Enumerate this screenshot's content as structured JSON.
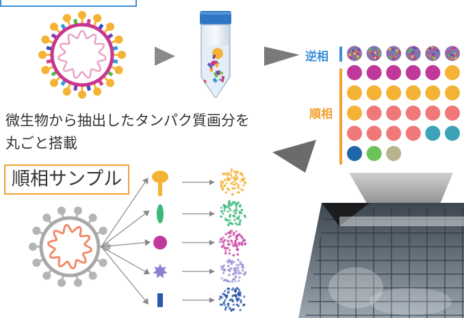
{
  "caption": "微生物から抽出したタンパク質画分を\n丸ごと搭載",
  "sample_label": "順相サンプル",
  "plate": {
    "reverse_label": "逆相",
    "normal_label": "順相",
    "colors": {
      "magenta": "#c0399a",
      "orange": "#f5b335",
      "salmon": "#f07878",
      "teal": "#3ba2b8",
      "blue": "#1f66a8",
      "green": "#6cc25a",
      "khaki": "#b9b48e",
      "reverse_bar": "#3b8fd6",
      "normal_bar": "#f0a030"
    },
    "reverse_row_count": 6,
    "normal_rows": [
      [
        "magenta",
        "magenta",
        "magenta",
        "magenta",
        "magenta",
        "orange"
      ],
      [
        "orange",
        "orange",
        "orange",
        "orange",
        "orange",
        "orange"
      ],
      [
        "orange",
        "salmon",
        "salmon",
        "salmon",
        "salmon",
        "salmon"
      ],
      [
        "salmon",
        "salmon",
        "salmon",
        "salmon",
        "teal",
        "teal"
      ],
      [
        "blue",
        "green",
        "khaki"
      ]
    ]
  },
  "fractions": [
    {
      "shape": "pin",
      "color": "#f5b335",
      "cluster": "#f5b335"
    },
    {
      "shape": "oval",
      "color": "#3cb87a",
      "cluster": "#3cb87a"
    },
    {
      "shape": "circle",
      "color": "#c0399a",
      "cluster": "#c94aa8"
    },
    {
      "shape": "star",
      "color": "#8a7fd0",
      "cluster": "#9c94d8"
    },
    {
      "shape": "rect",
      "color": "#2c5aa8",
      "cluster": "#2c5aa8"
    }
  ]
}
